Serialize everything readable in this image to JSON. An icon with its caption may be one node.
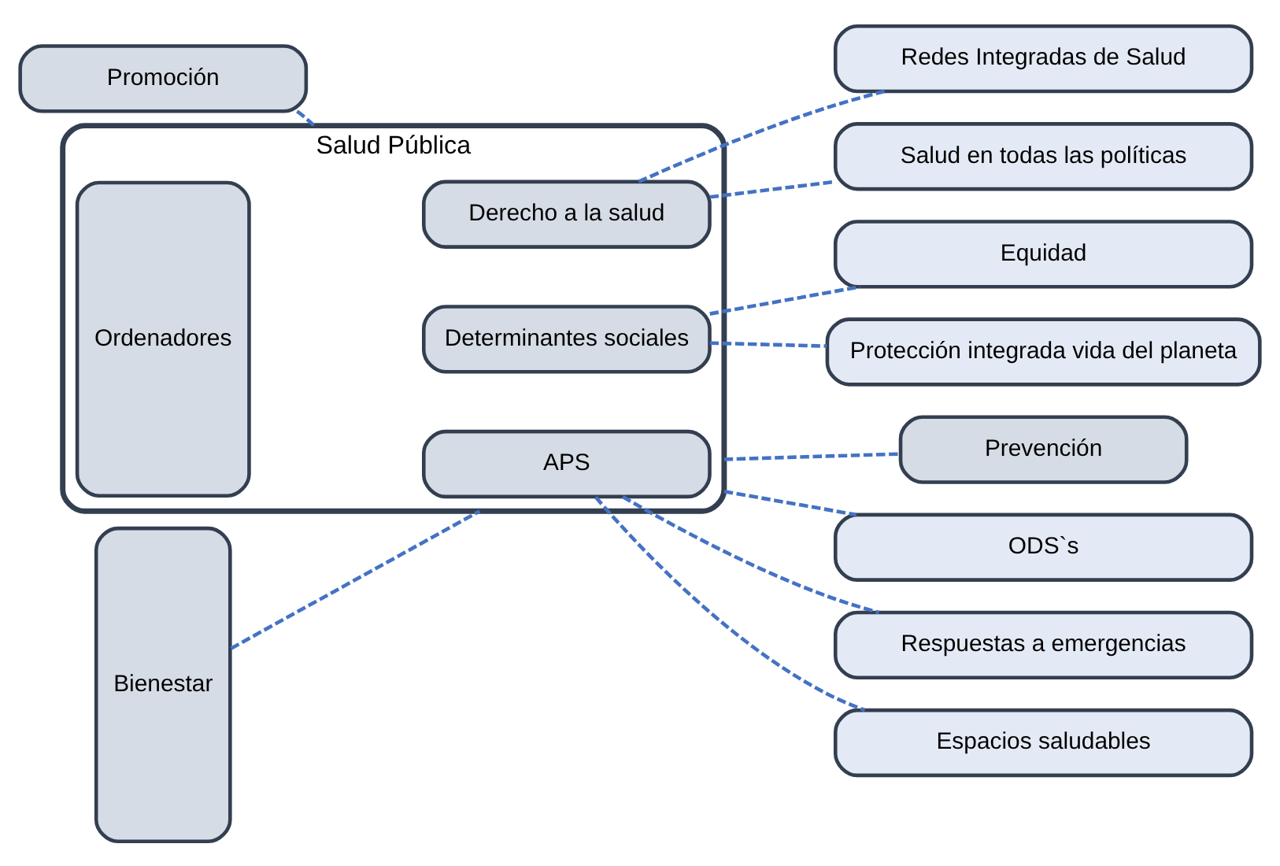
{
  "diagram": {
    "nodes": [
      {
        "text": [
          "Promoción"
        ]
      },
      {
        "text": [
          "Salud Pública"
        ]
      },
      {
        "text": [
          "Ordenadores"
        ],
        "in": 1
      },
      {
        "text": [
          "Derecho a la salud"
        ],
        "in": 1
      },
      {
        "text": [
          "Determinantes sociales"
        ],
        "in": 1
      },
      {
        "text": [
          "APS"
        ],
        "in": 1
      },
      {
        "text": [
          "Bienestar"
        ]
      },
      {
        "text": [
          "Prevención"
        ]
      },
      {
        "text": [
          "ODS`s"
        ]
      },
      {
        "text": [
          "Redes Integradas de Salud"
        ]
      },
      {
        "text": [
          "Salud en todas las políticas"
        ]
      },
      {
        "text": [
          "Equidad"
        ]
      },
      {
        "text": [
          "Protección integrada vida del planeta"
        ]
      },
      {
        "text": [
          "Respuestas a emergencias"
        ]
      },
      {
        "text": [
          "Espacios saludables"
        ]
      }
    ],
    "edges": [
      {
        "from": 0,
        "to": 1,
        "arrow": "none",
        "style": "dashed"
      },
      {
        "from": 6,
        "to": 1,
        "arrow": "none",
        "style": "dashed"
      },
      {
        "from": 1,
        "to": 7,
        "arrow": "none",
        "style": "dashed"
      },
      {
        "from": 1,
        "to": 8,
        "arrow": "none",
        "style": "dashed"
      },
      {
        "from": 3,
        "to": 9,
        "arrow": "none",
        "style": "dashed"
      },
      {
        "from": 3,
        "to": 10,
        "arrow": "none",
        "style": "dashed"
      },
      {
        "from": 4,
        "to": 11,
        "arrow": "none",
        "style": "dashed"
      },
      {
        "from": 4,
        "to": 12,
        "arrow": "none",
        "style": "dashed"
      },
      {
        "from": 5,
        "to": 13,
        "arrow": "none",
        "style": "dashed"
      },
      {
        "from": 5,
        "to": 14,
        "arrow": "none",
        "style": "dashed"
      }
    ]
  }
}
